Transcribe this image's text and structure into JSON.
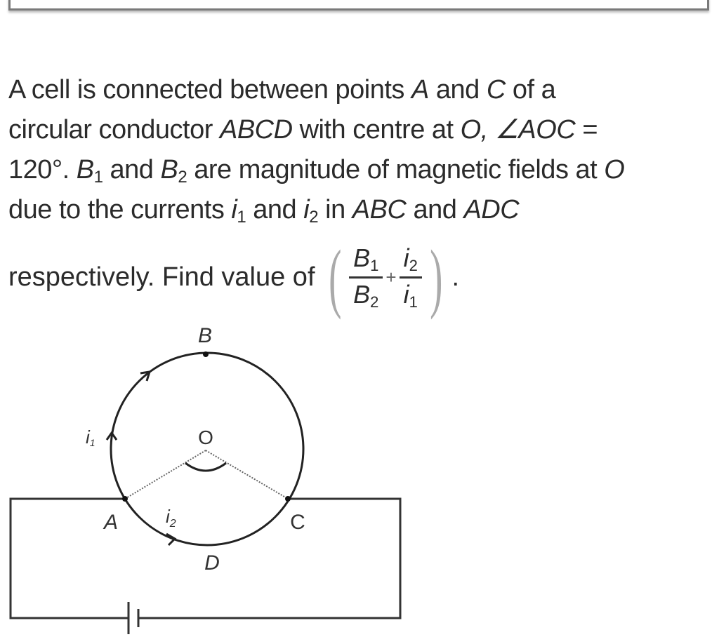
{
  "question": {
    "lines": [
      {
        "parts": [
          "A cell is connected between points ",
          "A",
          " and ",
          "C",
          " of a"
        ]
      },
      {
        "parts": [
          "circular conductor ",
          "ABCD",
          " with centre at ",
          "O, ∠AOC",
          " ="
        ]
      },
      {
        "parts": [
          "120°. ",
          "B",
          "1",
          " and ",
          "B",
          "2",
          " are magnitude of magnetic fields at ",
          "O"
        ]
      },
      {
        "parts": [
          "due to the currents ",
          "i",
          "1",
          " and ",
          "i",
          "2",
          " in ",
          "ABC",
          " and ",
          "ADC"
        ]
      }
    ],
    "final_line_text": "respectively. Find value of",
    "formula": {
      "frac1_num": "B",
      "frac1_num_sub": "1",
      "frac1_den": "B",
      "frac1_den_sub": "2",
      "operator": "+",
      "frac2_num": "i",
      "frac2_num_sub": "2",
      "frac2_den": "i",
      "frac2_den_sub": "1",
      "end": "."
    }
  },
  "diagram": {
    "labels": {
      "B": "B",
      "O": "O",
      "A": "A",
      "C": "C",
      "D": "D",
      "i1": "i",
      "i1_sub": "1",
      "i2": "i",
      "i2_sub": "2"
    },
    "angle_AOC": "120°",
    "elements": [
      "circular conductor ABCD",
      "cell",
      "connecting wires",
      "radii OA and OC (dotted)",
      "angle arc at O"
    ]
  }
}
